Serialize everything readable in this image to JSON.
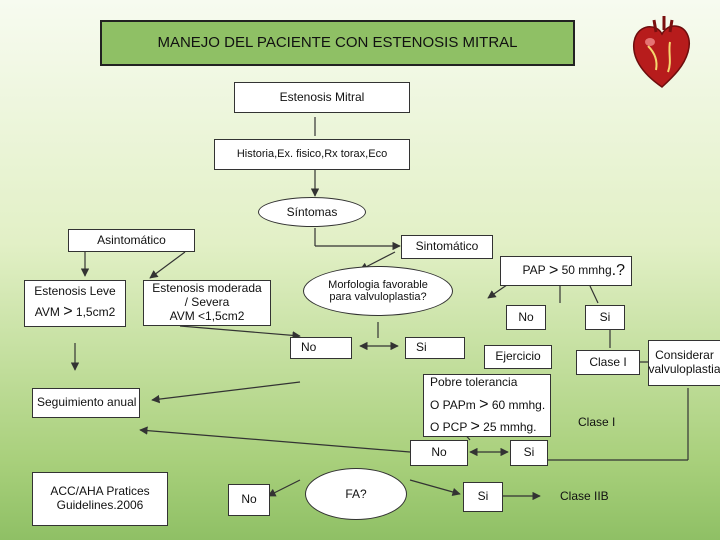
{
  "title": "MANEJO DEL PACIENTE CON ESTENOSIS MITRAL",
  "nodes": {
    "estenosis_mitral": "Estenosis Mitral",
    "historia": "Historia,Ex. fisico,Rx torax,Eco",
    "sintomas": "Síntomas",
    "asintomatico": "Asintomático",
    "sintomatico": "Sintomático",
    "leve_title": "Estenosis Leve",
    "leve_avm_a": "AVM",
    "leve_avm_gt": ">",
    "leve_avm_b": "1,5cm2",
    "moderada_l1": "Estenosis moderada",
    "moderada_l2": "/ Severa",
    "moderada_l3": "AVM  <1,5cm2",
    "morfologia_l1": "Morfologia favorable",
    "morfologia_l2": "para valvuloplastia?",
    "pap_a": "PAP",
    "pap_gt": ">",
    "pap_b": "50 mmhg",
    "pap_q": ".?",
    "no_morf": "No",
    "si_morf": "Si",
    "no_pap": "No",
    "si_pap": "Si",
    "ejercicio": "Ejercicio",
    "clase1_a": "Clase I",
    "considerar_l1": "Considerar",
    "considerar_l2": "valvuloplastia",
    "pobre": "Pobre tolerancia",
    "papm_a": "O PAPm",
    "papm_gt": ">",
    "papm_b": "60 mmhg.",
    "pcp_a": "O PCP",
    "pcp_gt": ">",
    "pcp_b": "25 mmhg.",
    "clase1_b": "Clase I",
    "seguimiento": "Seguimiento anual",
    "no_ej": "No",
    "si_ej": "Si",
    "acc_l1": "ACC/AHA Pratices",
    "acc_l2": "Guidelines.2006",
    "no_fa": "No",
    "fa": "FA?",
    "si_fa": "Si",
    "clase2b": "Clase IIB"
  },
  "colors": {
    "background_top": "#f7fbf0",
    "background_bottom": "#8fc065",
    "title_bg": "#8fc065",
    "line": "#333333"
  },
  "icons": [
    "heart-illustration"
  ]
}
